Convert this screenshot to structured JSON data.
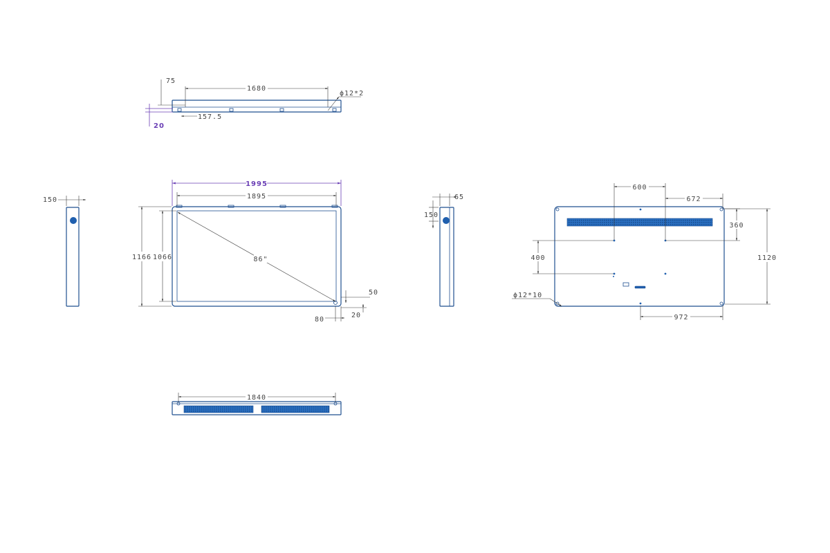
{
  "drawing": {
    "top_view": {
      "dim_depth": "75",
      "dim_bracket_span": "1680",
      "dim_hole": "ϕ12*2",
      "dim_offset": "157.5",
      "dim_small": "20"
    },
    "side_left": {
      "dim_width": "150"
    },
    "front_view": {
      "dim_overall_width": "1995",
      "dim_screen_width": "1895",
      "dim_overall_height": "1166",
      "dim_screen_height": "1066",
      "dim_diagonal": "86\"",
      "dim_bezel_top": "50",
      "dim_bezel_side": "80",
      "dim_bezel_bottom": "20"
    },
    "side_right": {
      "dim_depth": "65",
      "dim_width": "150"
    },
    "rear_view": {
      "dim_vesa_h": "600",
      "dim_edge_h": "672",
      "dim_vent_v": "360",
      "dim_vesa_v": "400",
      "dim_overall_h": "1120",
      "dim_hole": "ϕ12*10",
      "dim_bottom_span": "972"
    },
    "bottom_view": {
      "dim_span": "1840"
    }
  }
}
